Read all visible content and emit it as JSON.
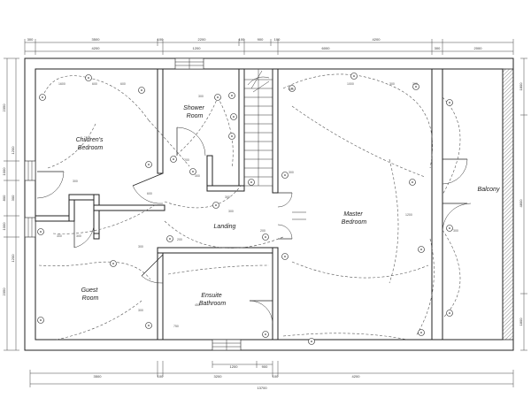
{
  "rooms": {
    "childrens_bedroom": [
      "Children's",
      "Bedroom"
    ],
    "shower_room": [
      "Shower",
      "Room"
    ],
    "master_bedroom": [
      "Master",
      "Bedroom"
    ],
    "balcony": [
      "Balcony"
    ],
    "landing": [
      "Landing"
    ],
    "guest_room": [
      "Guest",
      "Room"
    ],
    "ensuite_bathroom": [
      "Ensuite",
      "Bathroom"
    ]
  },
  "dimensions": {
    "top_row1": [
      "300",
      "3500",
      "100",
      "2200",
      "100",
      "900",
      "100",
      "6000",
      "300",
      "2000"
    ],
    "top_row2": [
      "4200",
      "1200",
      "4200"
    ],
    "bottom_row1": [
      "1200",
      "900"
    ],
    "bottom_row2": [
      "3500",
      "100",
      "3200",
      "100",
      "4200"
    ],
    "bottom_total": "13700",
    "left_outer": [
      "2350",
      "1000",
      "800",
      "1000",
      "2350"
    ],
    "left_inner": [
      "1200",
      "1200",
      "300"
    ],
    "right_outer": [
      "1800",
      "4800",
      "1800"
    ]
  },
  "fixture_notes": [
    "1600",
    "600",
    "600",
    "300",
    "200",
    "300",
    "300",
    "300",
    "300",
    "200",
    "200",
    "1000",
    "300",
    "300",
    "300",
    "300",
    "1200",
    "300",
    "600",
    "300",
    "750",
    "450",
    "300",
    "300",
    "300"
  ],
  "colors": {
    "line": "#222222",
    "background": "#ffffff",
    "hatch": "#555555"
  }
}
